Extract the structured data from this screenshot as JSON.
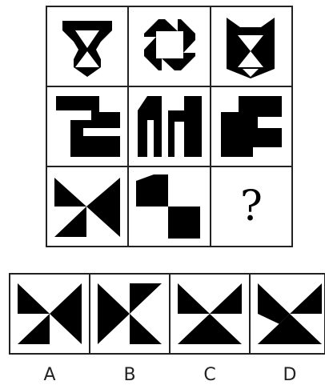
{
  "colors": {
    "ink": "#000000",
    "paper": "#ffffff",
    "grid": "#222222"
  },
  "matrix": {
    "rows": [
      {
        "cells": [
          {
            "icon": "hourglass-triangle-shield-figure"
          },
          {
            "icon": "square-pinwheel-frame-figure"
          },
          {
            "icon": "cat-ear-hourglass-figure"
          }
        ]
      },
      {
        "cells": [
          {
            "icon": "zigzag-block-figure"
          },
          {
            "icon": "u-shape-block-figure"
          },
          {
            "icon": "stepped-block-figure"
          }
        ]
      },
      {
        "cells": [
          {
            "icon": "triangle-pinwheel-figure"
          },
          {
            "icon": "staircase-squares-figure"
          },
          {
            "icon": "question-mark",
            "text": "?"
          }
        ]
      }
    ]
  },
  "options": [
    {
      "label": "A",
      "icon": "pinwheel-option-a"
    },
    {
      "label": "B",
      "icon": "pinwheel-option-b"
    },
    {
      "label": "C",
      "icon": "pinwheel-option-c"
    },
    {
      "label": "D",
      "icon": "hourglass-option-d"
    }
  ]
}
